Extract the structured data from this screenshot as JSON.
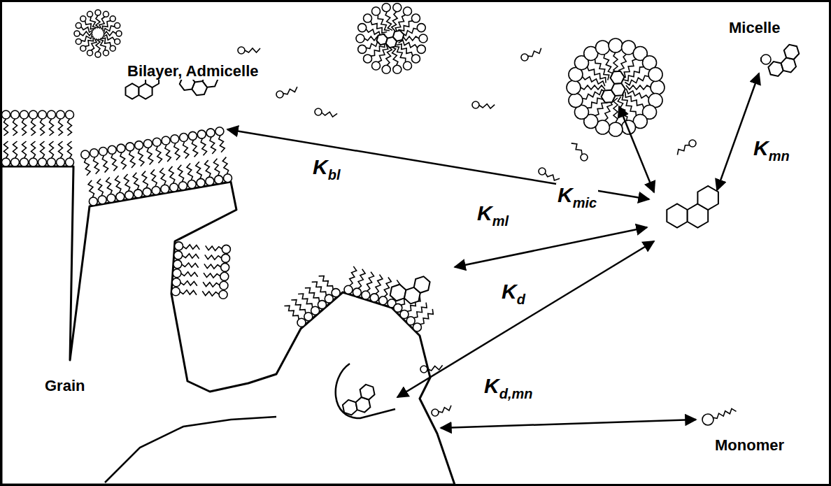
{
  "diagram": {
    "labels": [
      "Micelle",
      "Bilayer, Admicelle",
      "Kbl",
      "Kmic",
      "Kmn",
      "Kml",
      "Kd",
      "Monomer",
      "Kd,mn",
      "Grain"
    ]
  }
}
